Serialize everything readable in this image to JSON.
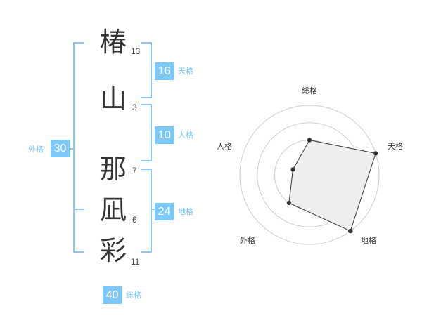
{
  "name": {
    "characters": [
      {
        "char": "椿",
        "strokes": "13"
      },
      {
        "char": "山",
        "strokes": "3"
      },
      {
        "char": "那",
        "strokes": "7"
      },
      {
        "char": "凪",
        "strokes": "6"
      },
      {
        "char": "彩",
        "strokes": "11"
      }
    ]
  },
  "fortune": {
    "tenkaku": {
      "value": "16",
      "label": "天格"
    },
    "jinkaku": {
      "value": "10",
      "label": "人格"
    },
    "chikaku": {
      "value": "24",
      "label": "地格"
    },
    "gaikaku": {
      "value": "30",
      "label": "外格"
    },
    "soukaku": {
      "value": "40",
      "label": "総格"
    }
  },
  "radar": {
    "axis_labels": [
      "総格",
      "天格",
      "地格",
      "外格",
      "人格"
    ],
    "levels": 4,
    "scores": [
      2,
      4,
      4,
      2,
      1
    ],
    "max": 4,
    "colors": {
      "fill": "#eeeeee",
      "stroke": "#333333",
      "grid": "#cccccc",
      "center": "#bbbbbb"
    }
  },
  "colors": {
    "accent": "#7cc8f8",
    "bracket": "#8cc8f0"
  }
}
